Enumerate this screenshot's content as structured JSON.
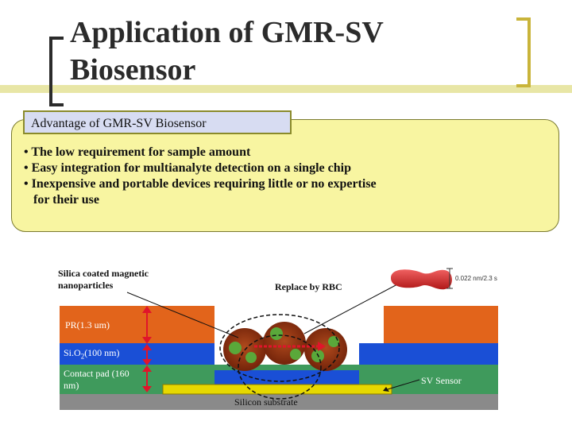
{
  "slide": {
    "title_line1": "Application of GMR-SV",
    "title_line2": "Biosensor"
  },
  "advantages": {
    "label": "Advantage of GMR-SV Biosensor",
    "bullets": [
      "• The low requirement for sample amount",
      "• Easy integration for multianalyte detection on a single chip",
      "• Inexpensive and portable devices requiring little or no expertise",
      "   for their use"
    ]
  },
  "diagram": {
    "silica_label_line1": "Silica coated magnetic",
    "silica_label_line2": "nanoparticles",
    "rbc_label": "Replace by RBC",
    "rbc_size_label": "0.022 nm/2.3 s",
    "layer_pr": "PR(1.3 um)",
    "layer_sio2_prefix": "Si.O",
    "layer_sio2_sub": "2",
    "layer_sio2_suffix": "(100 nm)",
    "layer_contact_line1": "Contact pad (160",
    "layer_contact_line2": "nm)",
    "sv_sensor_label": "SV Sensor",
    "substrate_label": "Silicon substrate"
  },
  "colors": {
    "pr_orange": "#e2641b",
    "sio2_blue": "#1a4fd6",
    "contact_green": "#3f9a5c",
    "sensor_yellow": "#e6d800",
    "substrate_gray": "#8a8a8a",
    "arrow_red": "#e0152a",
    "particle_brown": "#8b2d0c",
    "particle_green": "#5aa83a",
    "rbc_red": "#d8242a"
  }
}
